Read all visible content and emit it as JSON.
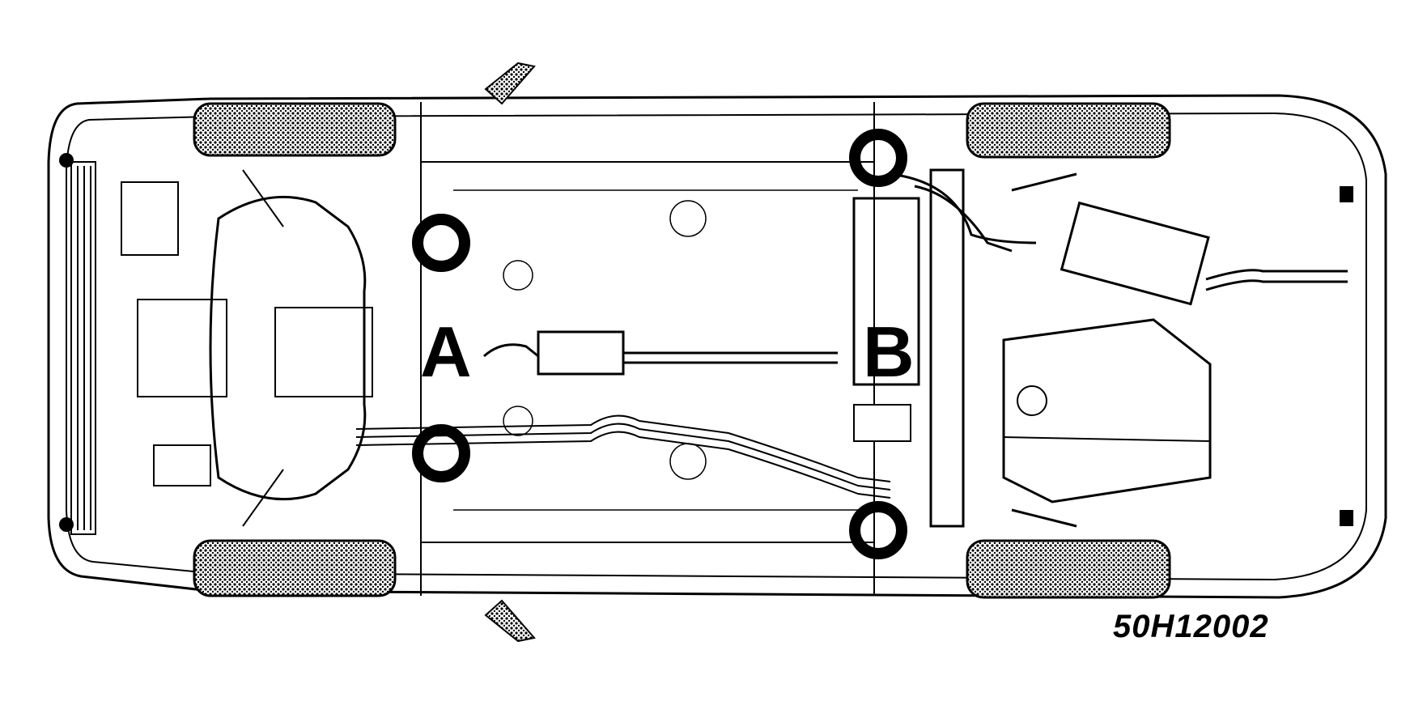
{
  "diagram": {
    "lift_points": [
      {
        "label": "A"
      },
      {
        "label": "B"
      }
    ],
    "reference_code": "50H12002",
    "colors": {
      "ink": "#000000",
      "paper": "#ffffff",
      "tire": "#555555"
    }
  }
}
